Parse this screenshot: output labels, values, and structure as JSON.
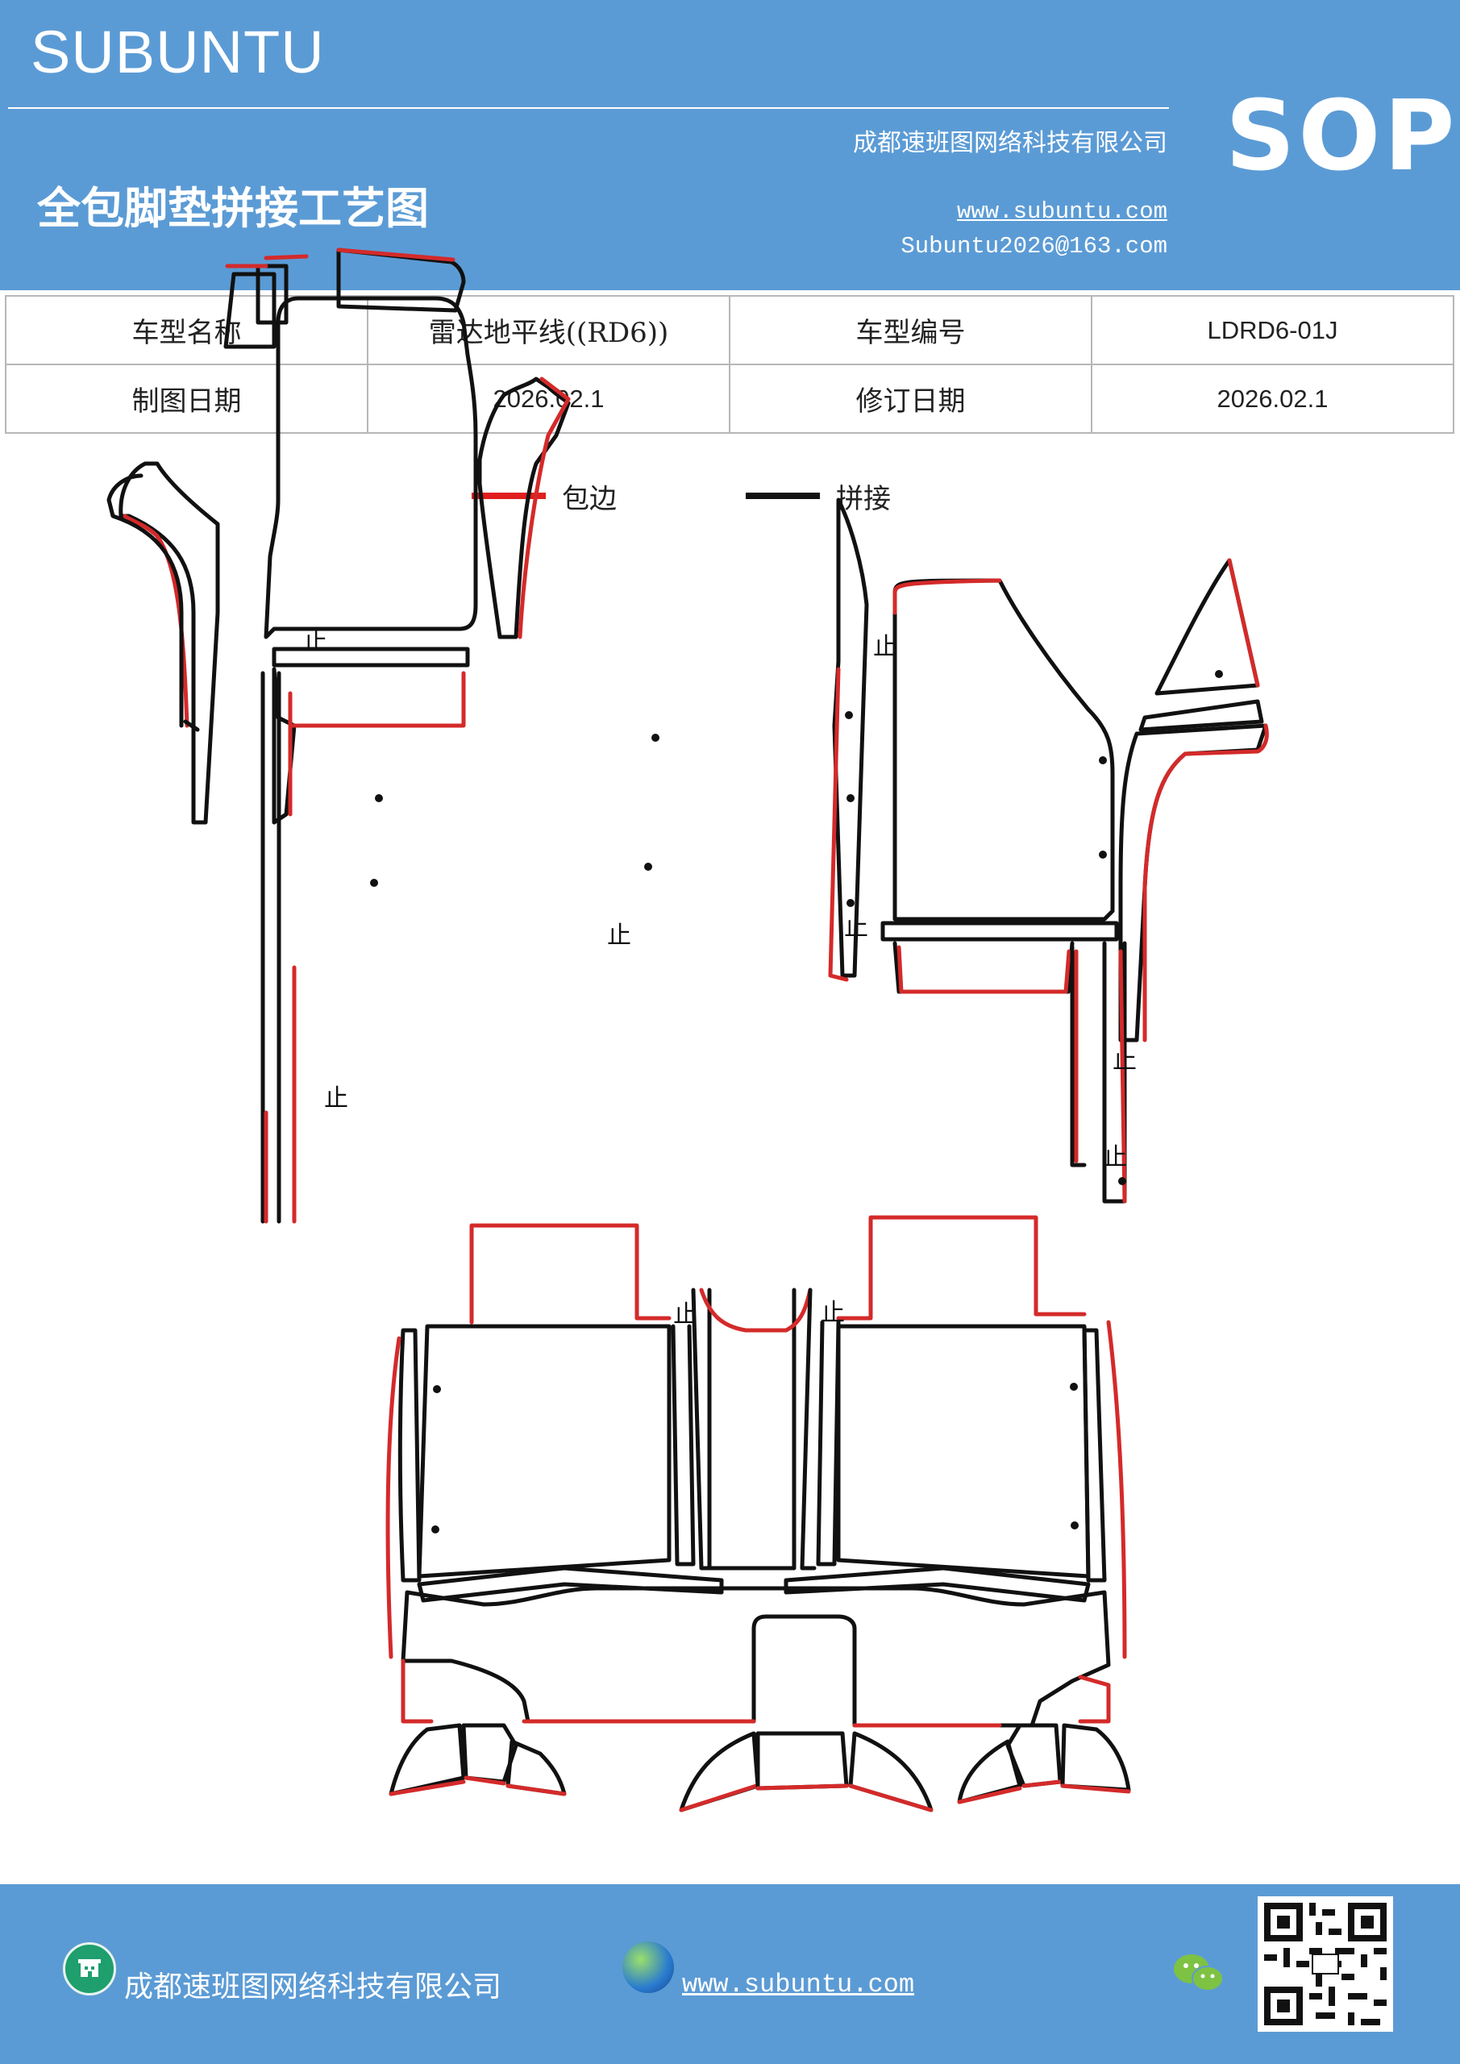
{
  "header": {
    "brand": "SUBUNTU",
    "badge": "SOP",
    "company": "成都速班图网络科技有限公司",
    "title": "全包脚垫拼接工艺图",
    "url": "www.subuntu.com",
    "email": "Subuntu2026@163.com"
  },
  "info_table": {
    "row1": {
      "label1": "车型名称",
      "value1": "雷达地平线((RD6))",
      "label2": "车型编号",
      "value2": "LDRD6-01J"
    },
    "row2": {
      "label1": "制图日期",
      "value1": "2026.02.1",
      "label2": "修订日期",
      "value2": "2026.02.1"
    }
  },
  "legend": {
    "items": [
      {
        "label": "包边",
        "color": "#e01e1e"
      },
      {
        "label": "拼接",
        "color": "#111111"
      }
    ]
  },
  "drawing": {
    "stop_mark": "止",
    "wrap_color": "#d42a2a",
    "seam_color": "#111111"
  },
  "footer": {
    "company": "成都速班图网络科技有限公司",
    "url": "www.subuntu.com",
    "icons": [
      "company-icon",
      "globe-icon",
      "wechat-icon",
      "qr-code"
    ]
  },
  "colors": {
    "header_bg": "#5b9bd5",
    "footer_bg": "#5b9bd5"
  }
}
